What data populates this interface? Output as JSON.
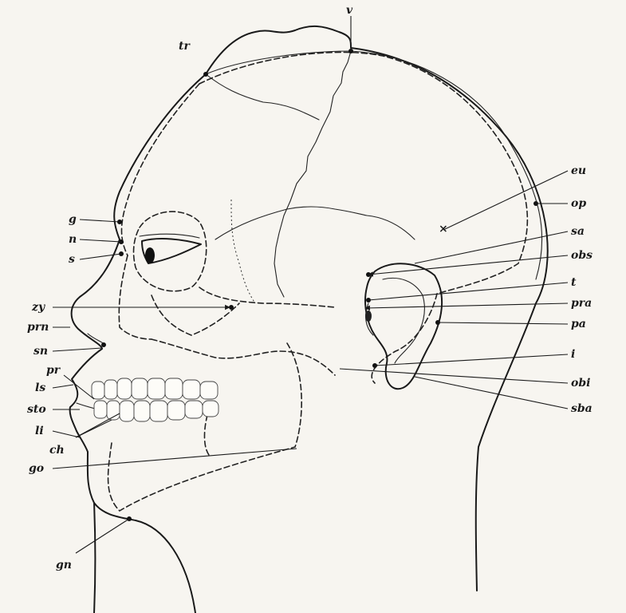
{
  "figure": {
    "labels": {
      "v": "v",
      "tr": "tr",
      "eu": "eu",
      "op": "op",
      "sa": "sa",
      "obs": "obs",
      "t": "t",
      "pra": "pra",
      "pa": "pa",
      "i": "i",
      "obi": "obi",
      "sba": "sba",
      "g": "g",
      "n": "n",
      "s": "s",
      "zy": "zy",
      "prn": "prn",
      "sn": "sn",
      "pr": "pr",
      "ls": "ls",
      "sto": "sto",
      "li": "li",
      "ch": "ch",
      "go": "go",
      "gn": "gn"
    },
    "colors": {
      "ink": "#1a1a1a",
      "paper": "#f7f5f0"
    }
  }
}
